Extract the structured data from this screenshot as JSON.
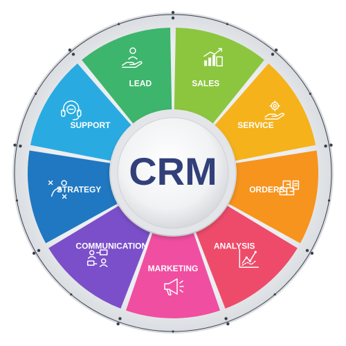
{
  "center": {
    "label": "CRM"
  },
  "segments": [
    {
      "key": "sales",
      "label": "SALES",
      "color": "#8cc63f",
      "icon": "growth-chart-icon"
    },
    {
      "key": "service",
      "label": "SERVICE",
      "color": "#f5b21b",
      "icon": "gear-hand-icon"
    },
    {
      "key": "orders",
      "label": "ORDERS",
      "color": "#f7941d",
      "icon": "boxes-clipboard-icon"
    },
    {
      "key": "analysis",
      "label": "ANALYSIS",
      "color": "#ee4b6a",
      "icon": "line-graph-icon"
    },
    {
      "key": "marketing",
      "label": "MARKETING",
      "color": "#f04ea1",
      "icon": "megaphone-icon"
    },
    {
      "key": "communication",
      "label": "COMMUNICATION",
      "color": "#7b4fc9",
      "icon": "people-network-icon"
    },
    {
      "key": "strategy",
      "label": "STRATEGY",
      "color": "#1f78c1",
      "icon": "strategy-play-icon"
    },
    {
      "key": "support",
      "label": "SUPPORT",
      "color": "#29abe2",
      "icon": "headset-icon"
    },
    {
      "key": "lead",
      "label": "LEAD",
      "color": "#3db56c",
      "icon": "hand-person-icon"
    }
  ],
  "colors": {
    "ring": "#e9ebee",
    "ring_line": "#3a3f4a",
    "center_text": "#32407a"
  }
}
